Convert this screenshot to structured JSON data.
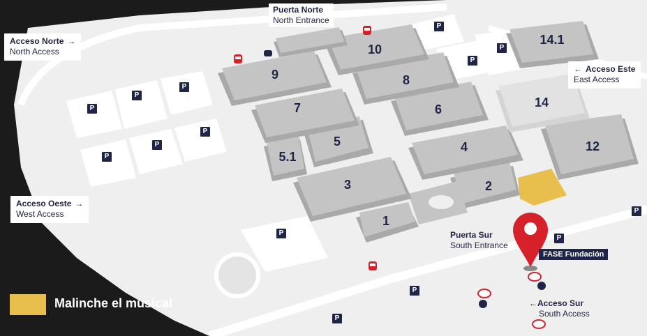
{
  "colors": {
    "background": "#1b1b1b",
    "ground": "#efefef",
    "parking_lot": "#ffffff",
    "pavilion": "#a9a9a9",
    "pavilion_roof": "#c4c4c4",
    "label_text": "#1f2547",
    "highlight": "#e8bf4c",
    "pin": "#d6202a",
    "bus": "#d6202a"
  },
  "pavilions": [
    "1",
    "2",
    "3",
    "4",
    "5",
    "5.1",
    "6",
    "7",
    "8",
    "9",
    "10",
    "12",
    "14",
    "14.1"
  ],
  "access": {
    "north": {
      "title": "Acceso Norte",
      "subtitle": "North Access",
      "arrow": "→"
    },
    "west": {
      "title": "Acceso Oeste",
      "subtitle": "West Access",
      "arrow": "→"
    },
    "east": {
      "title": "Acceso Este",
      "subtitle": "East Access",
      "arrow": "←"
    },
    "south": {
      "title": "Acceso Sur",
      "subtitle": "South Access",
      "arrow": "←"
    }
  },
  "gates": {
    "north": {
      "title": "Puerta Norte",
      "subtitle": "North Entrance"
    },
    "south": {
      "title": "Puerta Sur",
      "subtitle": "South Entrance"
    }
  },
  "parking_label": "P",
  "venue_label": "FASE Fundación",
  "legend": {
    "label": "Malinche el musical",
    "color": "#e8bf4c"
  },
  "icons": [
    "bus-icon",
    "taxi-icon",
    "metro-icon",
    "location-pin-icon",
    "parking-icon"
  ]
}
